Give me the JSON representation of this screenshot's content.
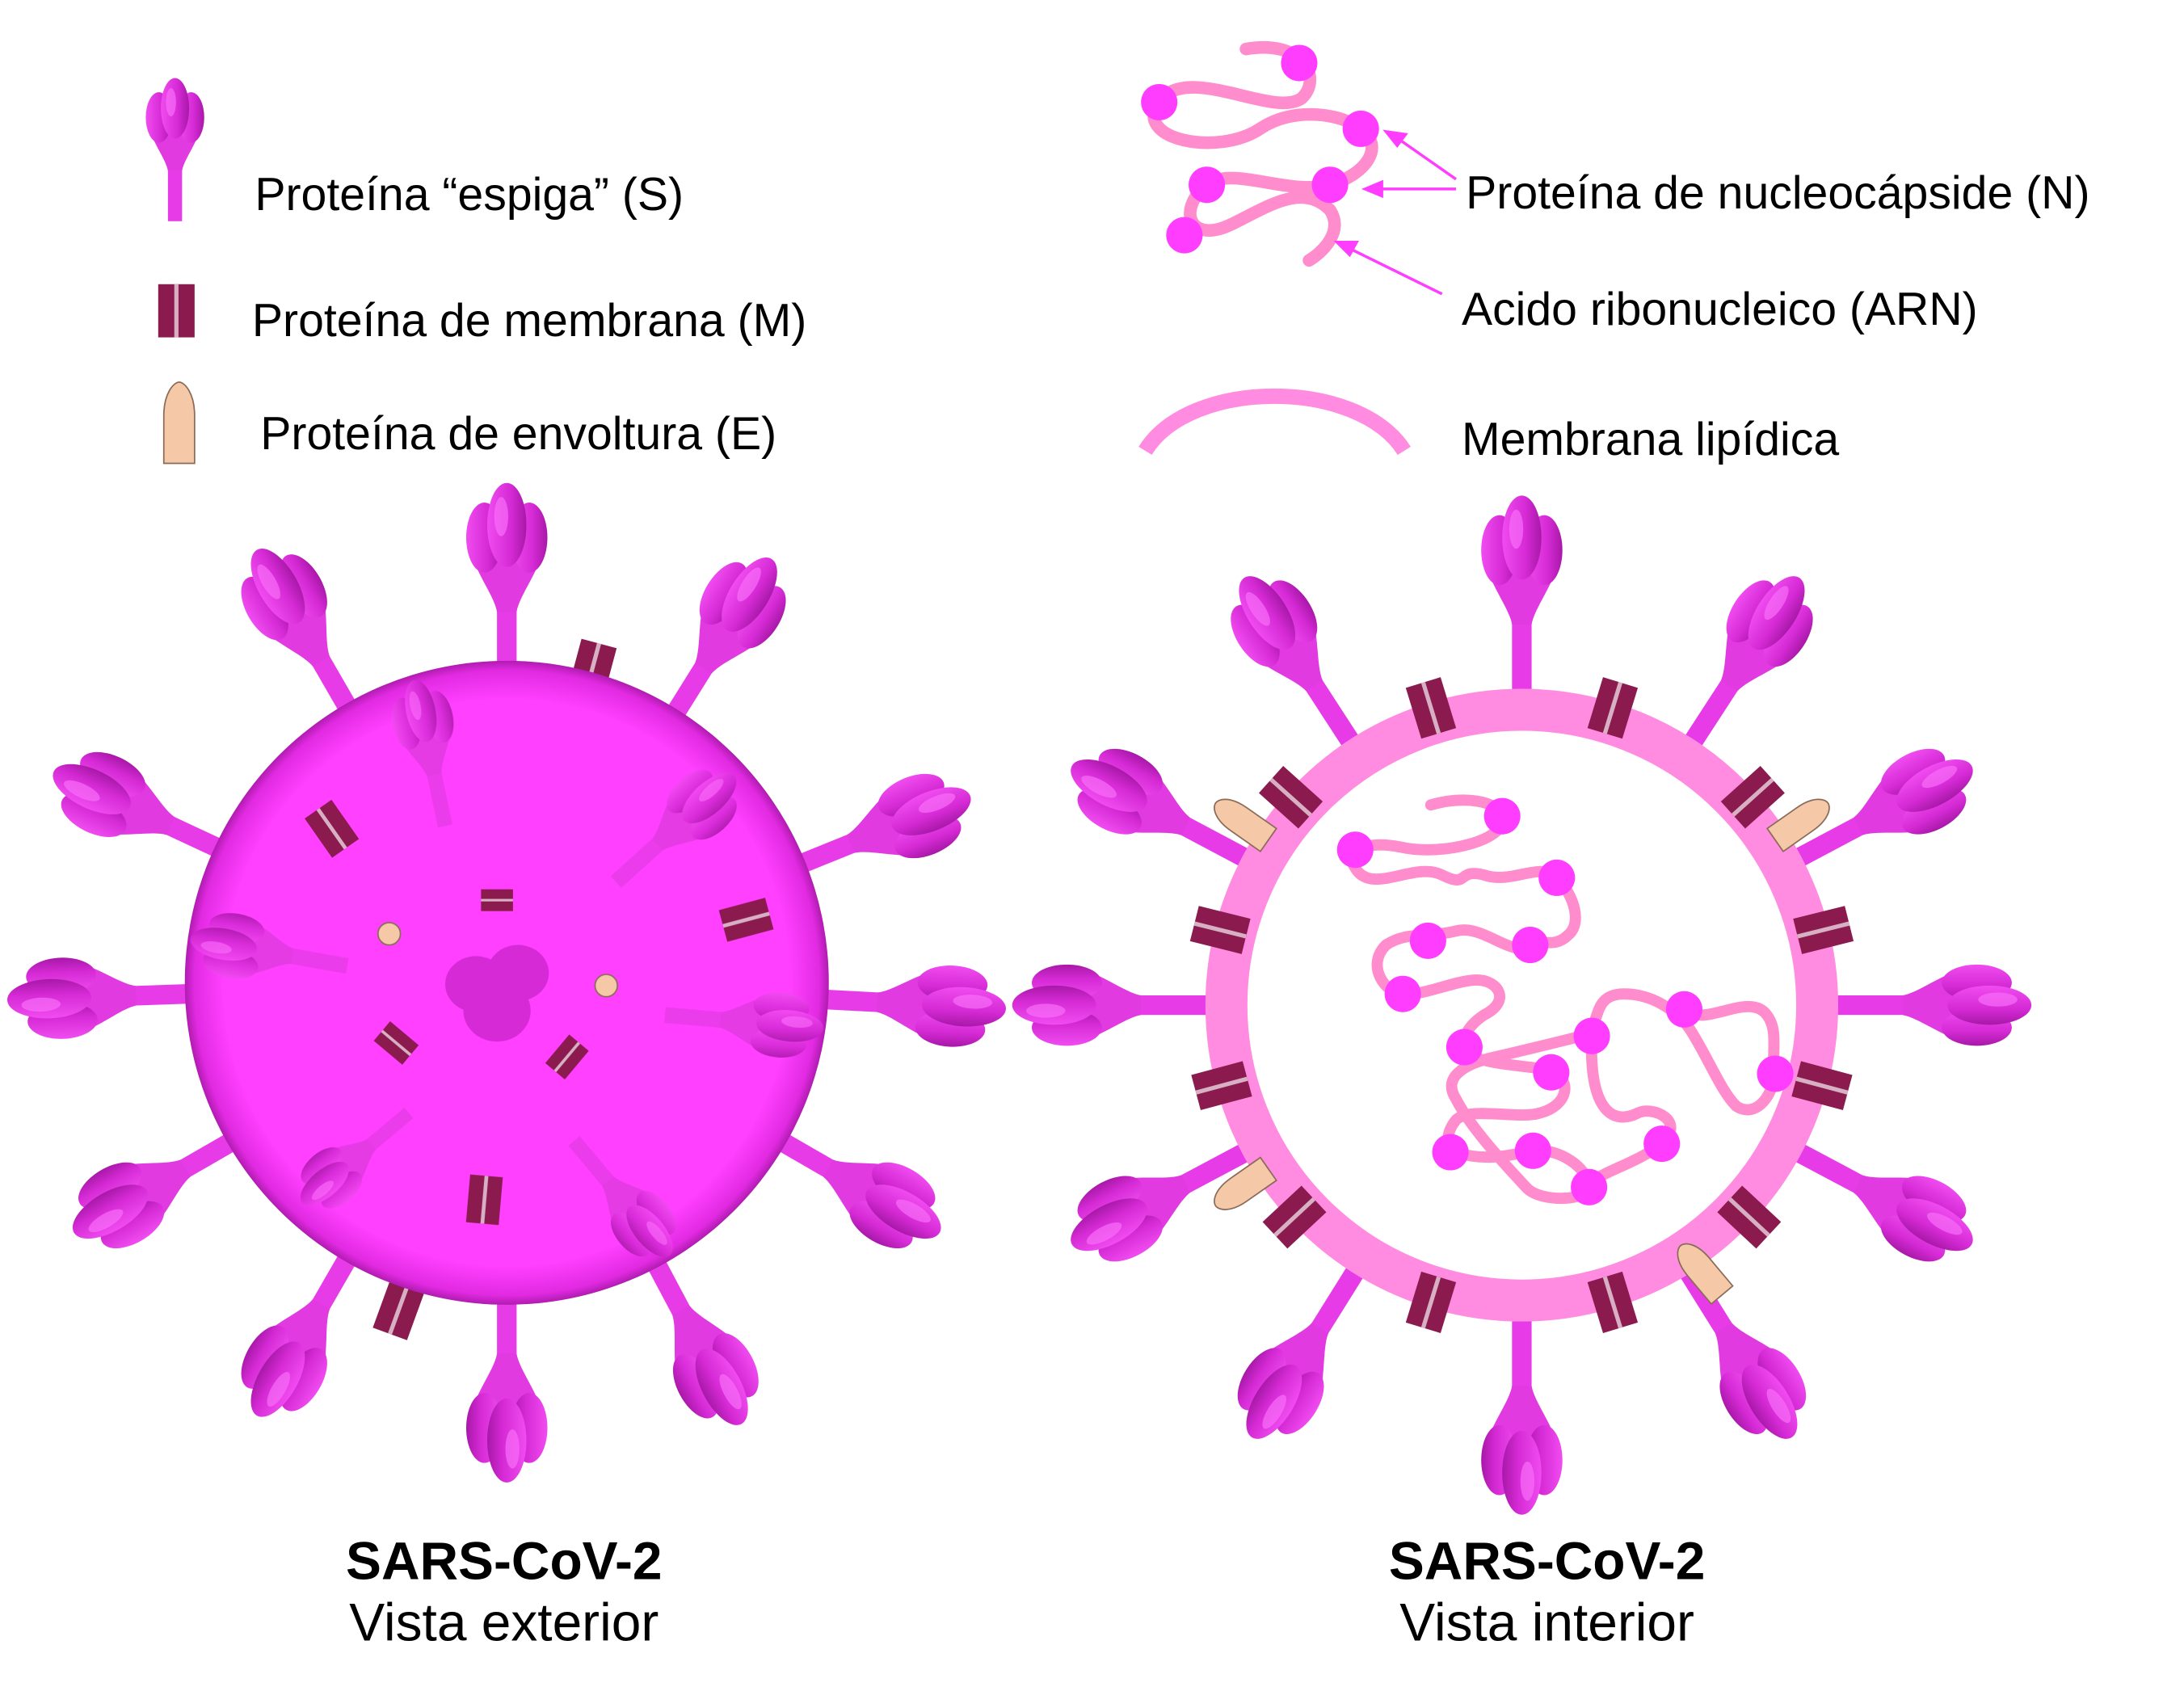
{
  "legend": {
    "spike": "Proteína “espiga” (S)",
    "membrane_protein": "Proteína de membrana (M)",
    "envelope": "Proteína de envoltura (E)",
    "nucleocapsid": "Proteína de nucleocápside (N)",
    "rna": "Acido ribonucleico (ARN)",
    "lipid": "Membrana lipídica"
  },
  "exterior": {
    "title": "SARS-CoV-2",
    "subtitle": "Vista exterior"
  },
  "interior": {
    "title": "SARS-CoV-2",
    "subtitle": "Vista interior"
  },
  "colors": {
    "spike": "#e83be8",
    "spike_dark": "#b51fb5",
    "membrane_protein": "#8b1a4f",
    "envelope": "#f5c8a8",
    "lipid": "#ff8ce0",
    "rna": "#ff8ccc",
    "nucleocapsid": "#ff3dff",
    "virion": "#ff40ff"
  }
}
